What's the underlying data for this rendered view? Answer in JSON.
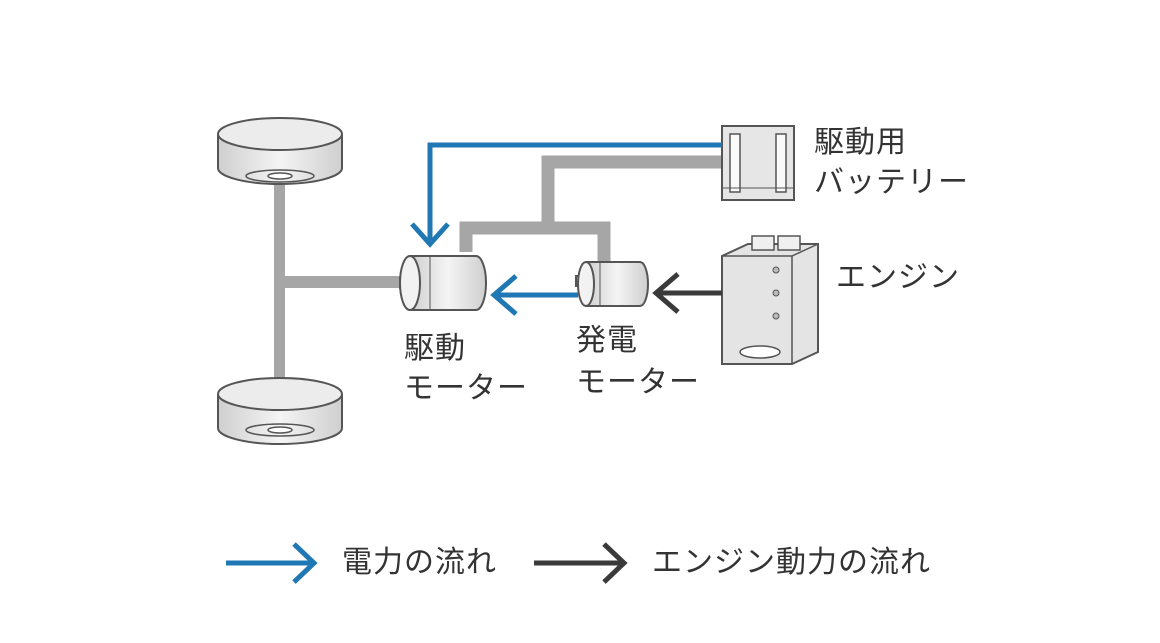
{
  "labels": {
    "battery_line1": "駆動用",
    "battery_line2": "バッテリー",
    "engine": "エンジン",
    "drive_motor_line1": "駆動",
    "drive_motor_line2": "モーター",
    "gen_motor_line1": "発電",
    "gen_motor_line2": "モーター"
  },
  "legend": {
    "electric_flow": "電力の流れ",
    "engine_flow": "エンジン動力の流れ"
  },
  "colors": {
    "electric": "#1f78b4",
    "engine": "#3a3a3a",
    "shaft": "#a6a6a6",
    "component_fill": "#e8e8e8",
    "outline": "#555555"
  }
}
